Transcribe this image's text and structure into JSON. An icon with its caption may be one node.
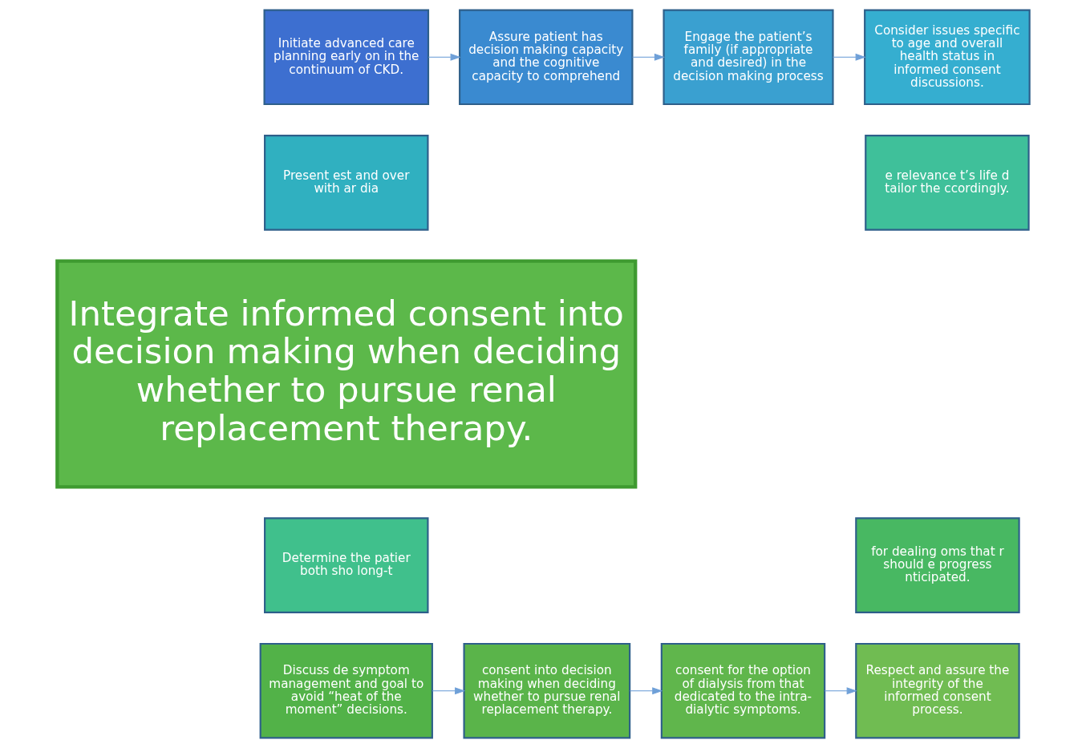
{
  "diagram": {
    "nodes": [
      {
        "text": [
          "Initiate advanced care planning early on in the continuum of CKD."
        ]
      },
      {
        "text": [
          "Assure patient has decision making capacity and the cognitive capacity to comprehend"
        ]
      },
      {
        "text": [
          "Engage the patient’s family (if appropriate and desired) in the decision making process"
        ]
      },
      {
        "text": [
          "Consider issues specific to age and overall health status in informed consent discussions."
        ]
      },
      {
        "text": [
          "Present est and over with ar dia"
        ]
      },
      {
        "text": [
          "e relevance t’s life d tailor the ccordingly."
        ]
      },
      {
        "text": [
          "Determine the patier both sho long-t"
        ]
      },
      {
        "text": [
          "for dealing oms that r should e progress nticipated."
        ]
      },
      {
        "text": [
          "Discuss de symptom management and goal to avoid “heat of the moment” decisions."
        ]
      },
      {
        "text": [
          "consent into decision making when deciding whether to pursue renal replacement therapy."
        ]
      },
      {
        "text": [
          "consent for the option of dialysis from that dedicated to the intra-dialytic symptoms."
        ]
      },
      {
        "text": [
          "Respect and assure the integrity of the informed consent process."
        ]
      },
      {
        "text": [
          "Integrate informed consent into decision making when deciding whether to pursue renal replacement therapy."
        ]
      }
    ],
    "edges": [
      {
        "from": 0,
        "to": 1,
        "arrow": "to"
      },
      {
        "from": 1,
        "to": 2,
        "arrow": "to"
      },
      {
        "from": 2,
        "to": 3,
        "arrow": "to"
      },
      {
        "from": 8,
        "to": 9,
        "arrow": "to"
      },
      {
        "from": 9,
        "to": 10,
        "arrow": "to"
      },
      {
        "from": 10,
        "to": 11,
        "arrow": "to"
      }
    ]
  }
}
